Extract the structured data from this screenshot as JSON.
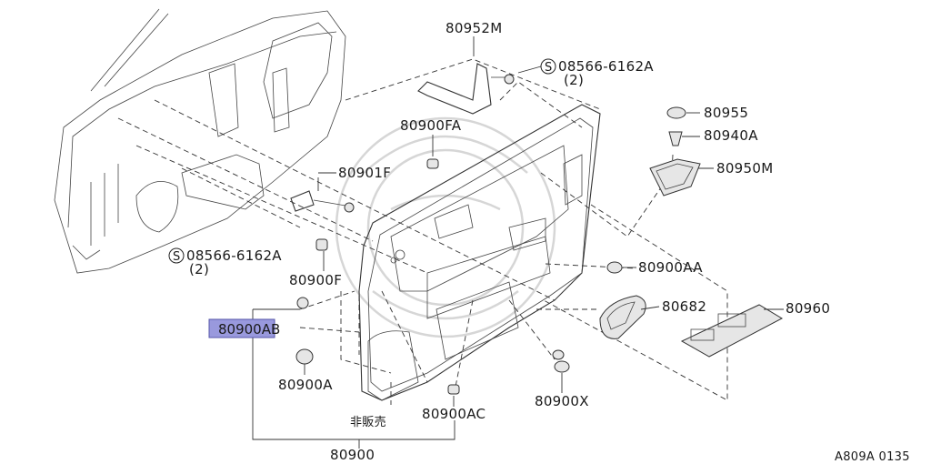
{
  "labels": {
    "p80952M": "80952M",
    "p08566_top": "08566-6162A",
    "p08566_top_qty": "(2)",
    "p80955": "80955",
    "p80940A": "80940A",
    "p80950M": "80950M",
    "p80900FA": "80900FA",
    "p80901F": "80901F",
    "p08566_left": "08566-6162A",
    "p08566_left_qty": "(2)",
    "p80900F": "80900F",
    "p80900AA": "80900AA",
    "p80682": "80682",
    "p80960": "80960",
    "p80900AB": "80900AB",
    "p80900A": "80900A",
    "p80900X": "80900X",
    "p80900AC": "80900AC",
    "p80900": "80900",
    "not_for_sale": "非販売",
    "screw_symbol": "S",
    "diagram_code": "A809A 0135"
  },
  "highlight": {
    "part": "80900AB",
    "color": "#9999dd"
  }
}
